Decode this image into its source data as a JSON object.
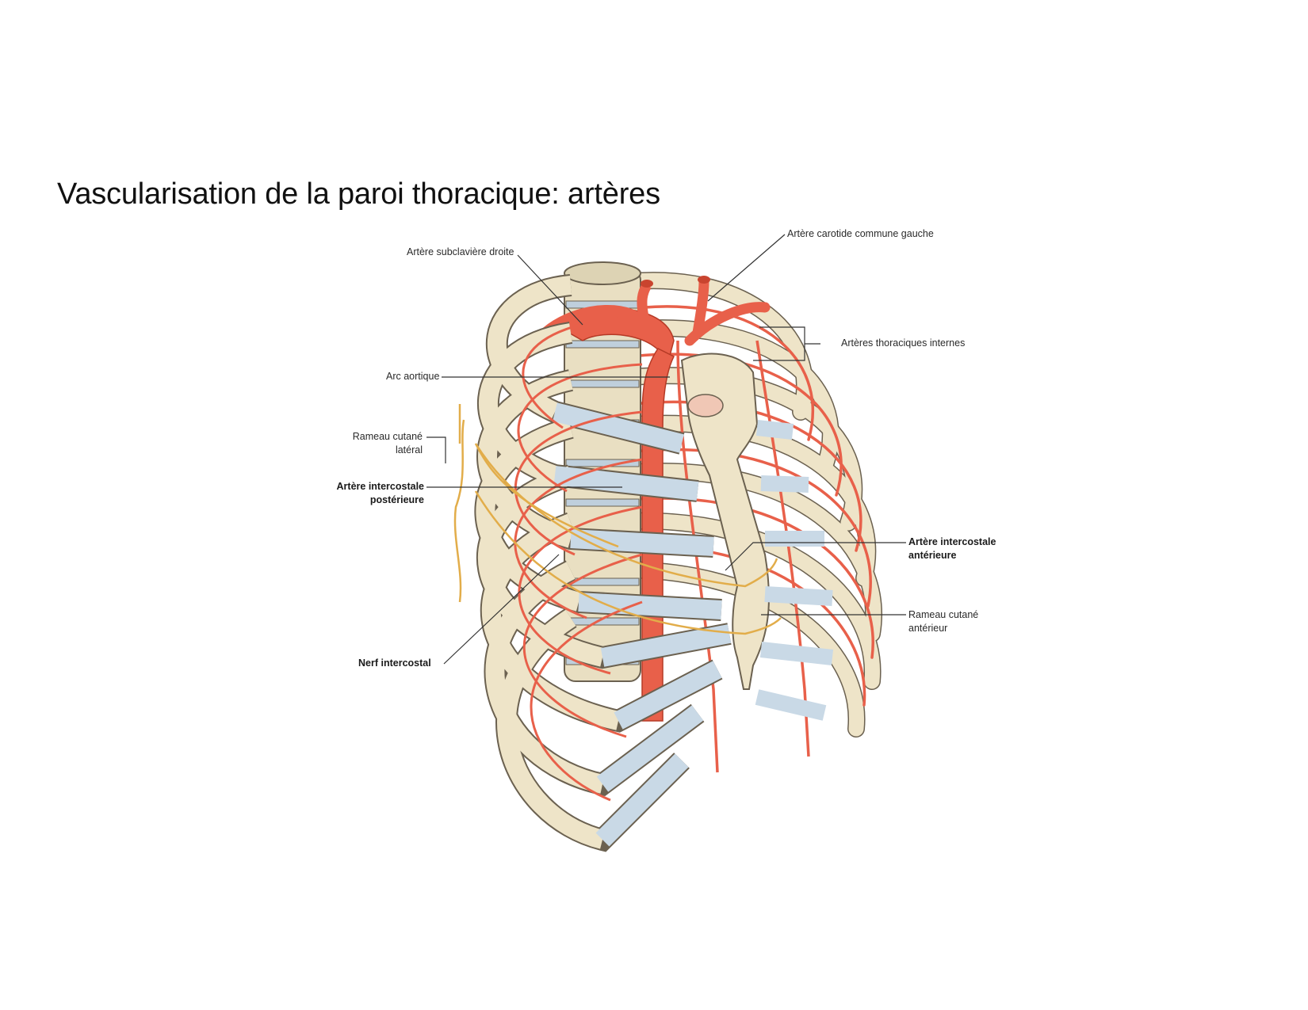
{
  "slide": {
    "title": "Vascularisation de la paroi thoracique: artères"
  },
  "figure": {
    "colors": {
      "bone": "#eee4c8",
      "bone_outline": "#6b6150",
      "cartilage": "#c9d9e6",
      "artery": "#e8604a",
      "artery_dark": "#c9442f",
      "nerve": "#e2ad4a",
      "leader_line": "#333333"
    },
    "labels_left": [
      {
        "id": "subclavian",
        "text": "Artère subclavière droite",
        "bold": false
      },
      {
        "id": "aortic-arch",
        "text": "Arc aortique",
        "bold": false
      },
      {
        "id": "lateral-cutaneous",
        "line1": "Rameau cutané",
        "line2": "latéral",
        "bold": false
      },
      {
        "id": "posterior-intercostal",
        "line1": "Artère intercostale",
        "line2": "postérieure",
        "bold": true
      },
      {
        "id": "intercostal-nerve",
        "text": "Nerf intercostal",
        "bold": true
      }
    ],
    "labels_right": [
      {
        "id": "left-carotid",
        "text": "Artère carotide commune gauche",
        "bold": false
      },
      {
        "id": "internal-thoracic",
        "text": "Artères thoraciques internes",
        "bold": false
      },
      {
        "id": "anterior-intercostal",
        "line1": "Artère intercostale",
        "line2": "antérieure",
        "bold": true
      },
      {
        "id": "anterior-cutaneous",
        "line1": "Rameau cutané",
        "line2": "antérieur",
        "bold": false
      }
    ]
  }
}
